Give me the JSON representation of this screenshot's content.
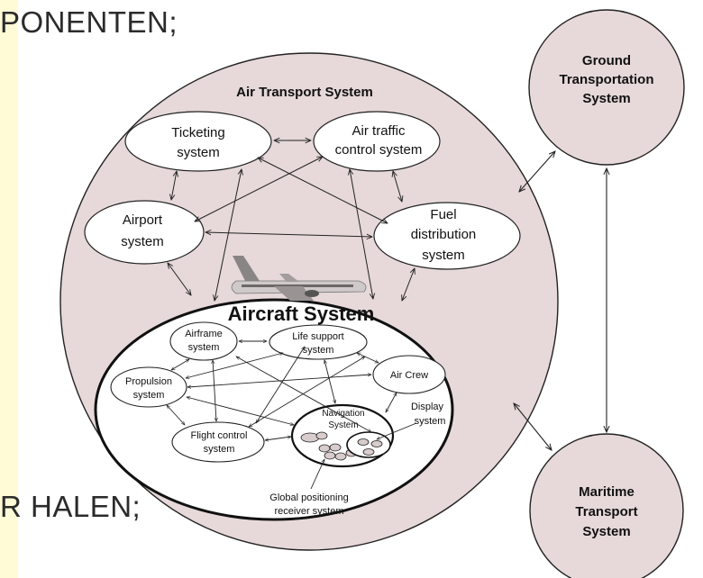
{
  "slide": {
    "top_text": "PONENTEN;",
    "bottom_text": "R HALEN;"
  },
  "diagram": {
    "air_transport_title": "Air Transport System",
    "ground": [
      "Ground",
      "Transportation",
      "System"
    ],
    "maritime": [
      "Maritime",
      "Transport",
      "System"
    ],
    "ticketing": [
      "Ticketing",
      "system"
    ],
    "atc": [
      "Air traffic",
      "control system"
    ],
    "airport": [
      "Airport",
      "system"
    ],
    "fuel": [
      "Fuel",
      "distribution",
      "system"
    ],
    "aircraft_title": "Aircraft System",
    "airframe": [
      "Airframe",
      "system"
    ],
    "life_support": [
      "Life support",
      "system"
    ],
    "propulsion": [
      "Propulsion",
      "system"
    ],
    "air_crew": "Air Crew",
    "navigation": [
      "Navigation",
      "System"
    ],
    "display": [
      "Display",
      "system"
    ],
    "flight_control": [
      "Flight control",
      "system"
    ],
    "gps": [
      "Global positioning",
      "receiver system"
    ]
  },
  "colors": {
    "big_fill": "#e7d9d9",
    "outline": "#222222",
    "slide_bar": "#fffbd6"
  }
}
